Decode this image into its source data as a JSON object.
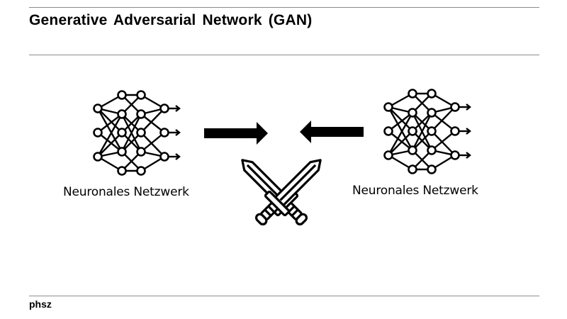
{
  "slide": {
    "title": "Generative Adversarial Network (GAN)",
    "footer": "phsz"
  },
  "diagram": {
    "left_network": {
      "label": "Neuronales Netzwerk",
      "icon": "neural-network-icon"
    },
    "right_network": {
      "label": "Neuronales Netzwerk",
      "icon": "neural-network-icon"
    },
    "center": {
      "icon": "crossed-swords-icon"
    },
    "arrows": [
      "arrow-right-icon",
      "arrow-left-icon"
    ]
  }
}
